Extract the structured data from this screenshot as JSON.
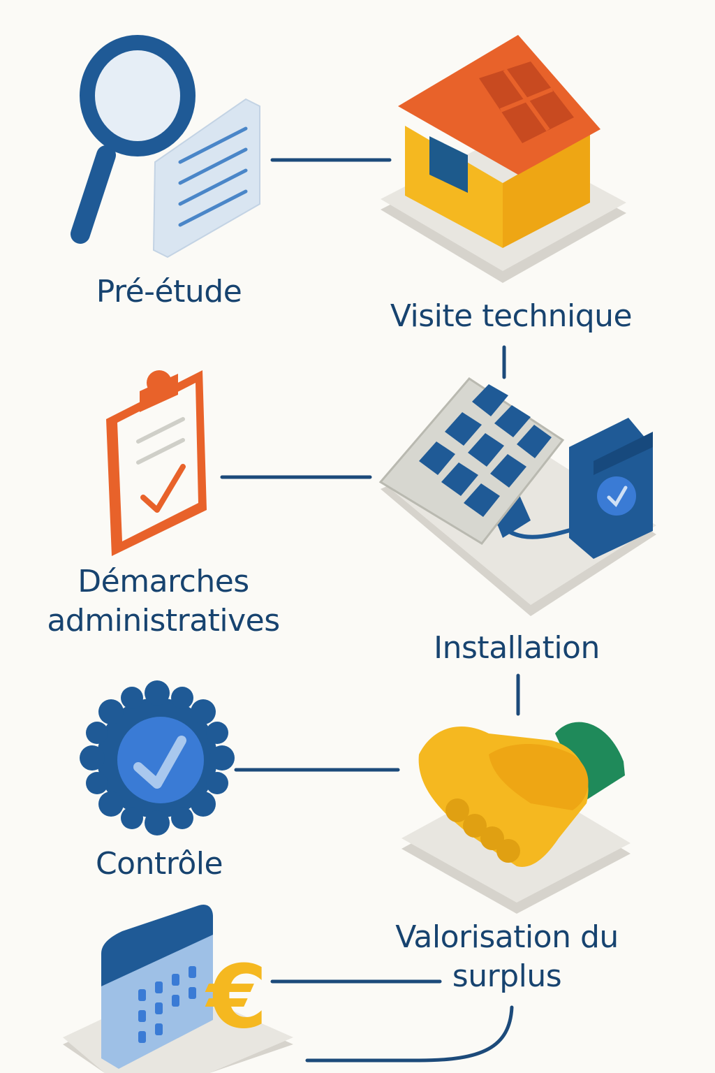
{
  "steps": [
    {
      "label": "Pré-étude",
      "icon": "magnifier-document-icon"
    },
    {
      "label": "Visite technique",
      "icon": "house-solar-roof-icon"
    },
    {
      "label_line1": "Démarches",
      "label_line2": "administratives",
      "icon": "clipboard-check-icon"
    },
    {
      "label": "Installation",
      "icon": "solar-panel-inverter-icon"
    },
    {
      "label": "Contrôle",
      "icon": "certified-seal-icon"
    },
    {
      "label_line1": "Valorisation du",
      "label_line2": "surplus",
      "icon": "handshake-icon"
    },
    {
      "icon": "calendar-euro-icon",
      "euro_symbol": "€"
    }
  ],
  "colors": {
    "background": "#fbfaf6",
    "text": "#17436f",
    "connector": "#1c4a7a",
    "blue": "#1f5a96",
    "orange": "#e8622a",
    "yellow": "#f5b820",
    "green": "#1f8a5a"
  }
}
